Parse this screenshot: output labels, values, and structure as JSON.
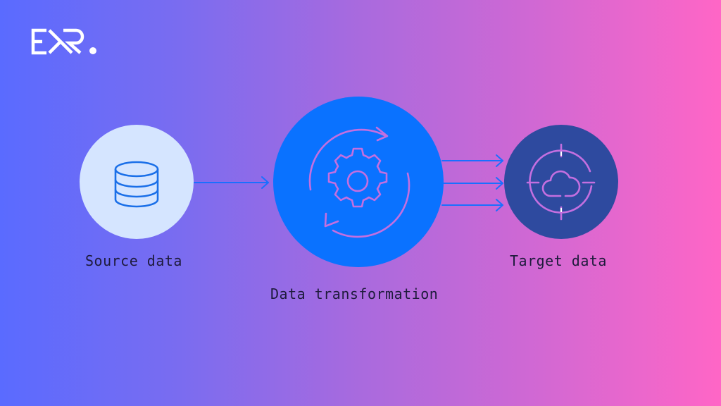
{
  "logo": {
    "text": "EXR.",
    "color": "#ffffff"
  },
  "background": {
    "gradient_start": "#5a6bff",
    "gradient_mid": "#a96ade",
    "gradient_end": "#ff66c6"
  },
  "nodes": [
    {
      "id": "source",
      "label": "Source data",
      "icon": "database-icon",
      "fill": "#d5e5ff",
      "icon_color": "#1a6fe8"
    },
    {
      "id": "transform",
      "label": "Data transformation",
      "icon": "gear-refresh-icon",
      "fill": "#0a72ff",
      "icon_color": "#c46fe0"
    },
    {
      "id": "target",
      "label": "Target data",
      "icon": "cloud-target-icon",
      "fill": "#2e4a9f",
      "icon_color": "#c46fe0"
    }
  ],
  "connectors": {
    "color": "#1a6fff",
    "source_to_transform": 1,
    "transform_to_target": 3
  }
}
